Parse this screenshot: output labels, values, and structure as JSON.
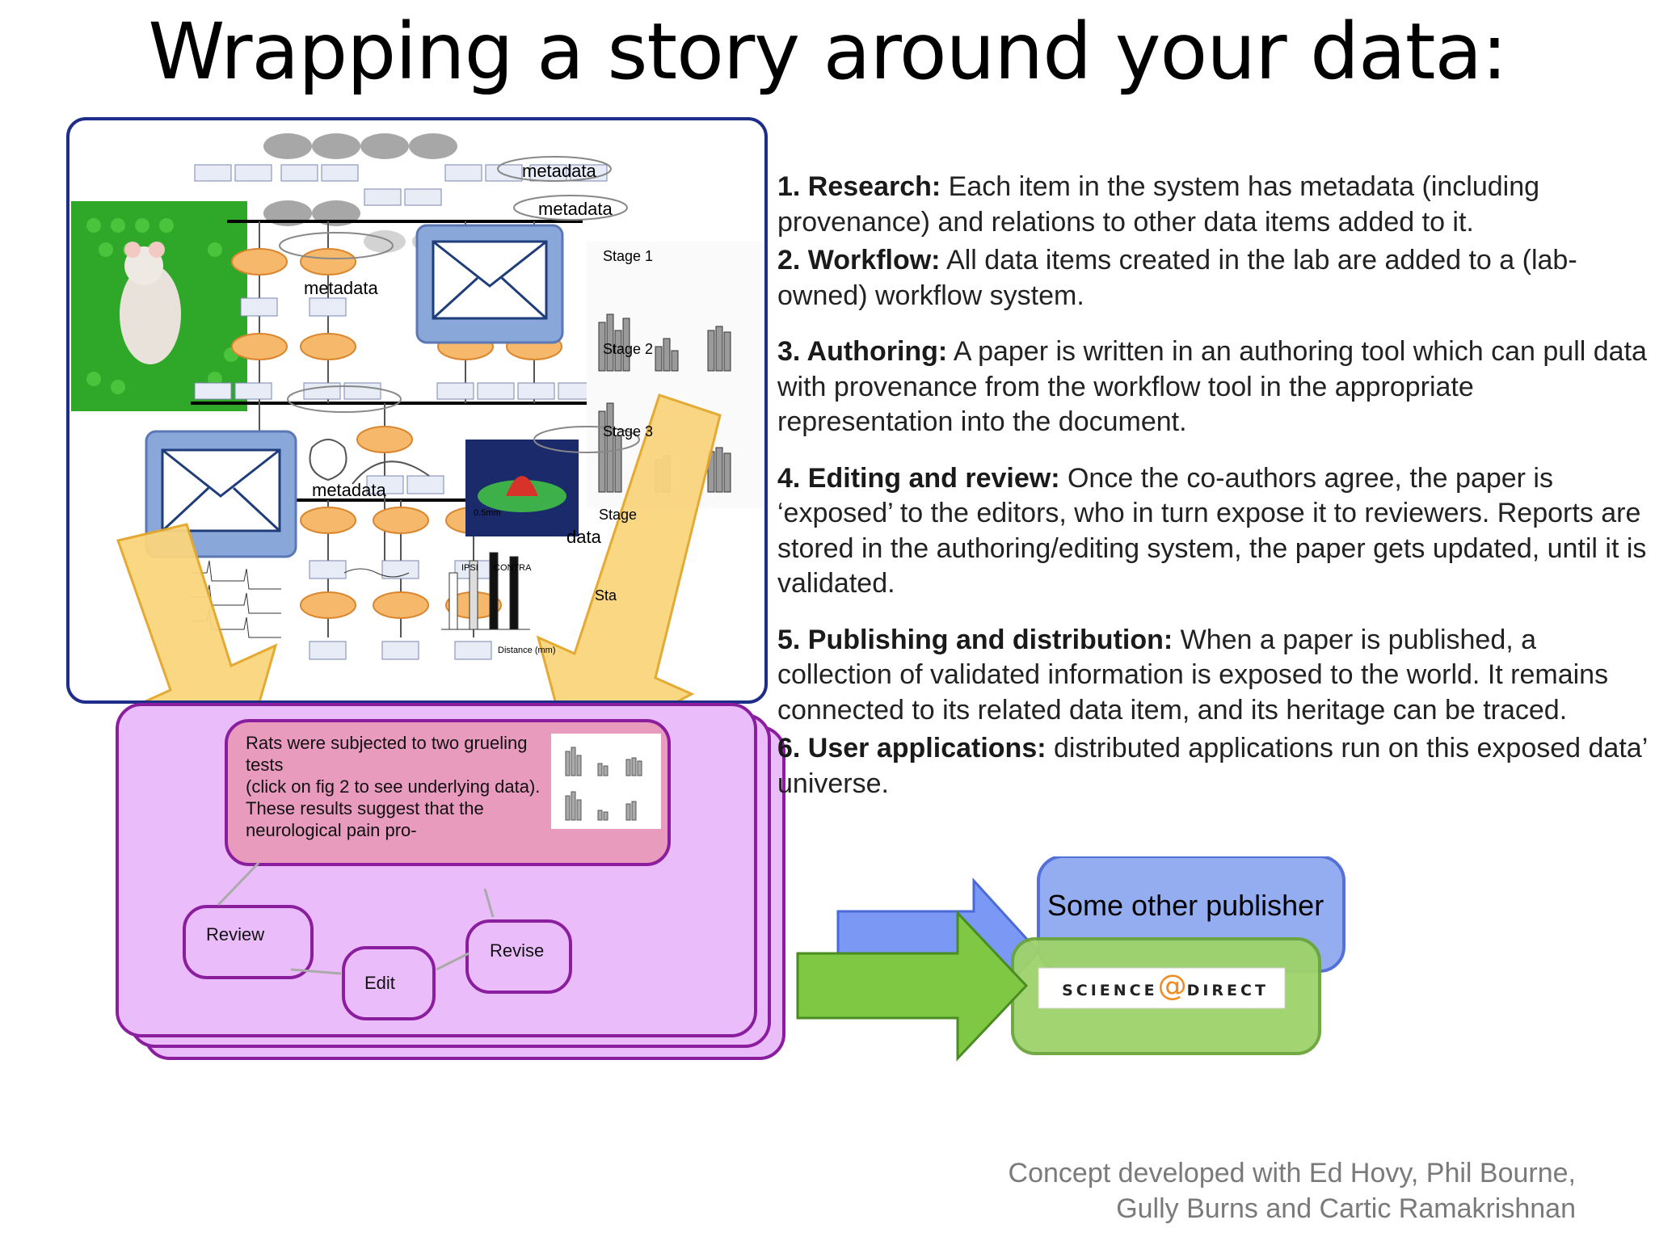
{
  "title": "Wrapping a story around your data:",
  "figure": {
    "metadata_labels": [
      "metadata",
      "metadata",
      "metadata",
      "metadata",
      "data"
    ],
    "stage_labels": [
      "Stage 1",
      "Stage 2",
      "Stage 3",
      "Stage",
      "Sta"
    ],
    "distance_label": "Distance (mm)",
    "legend_ipsi": "IPSI",
    "legend_contra": "CONTRA",
    "scale_label": "0.5mm"
  },
  "paper_box": {
    "text_lines": [
      "Rats were subjected to two grueling",
      "tests",
      "(click on fig 2 to see underlying data).",
      "These results suggest that the",
      "neurological pain pro-"
    ]
  },
  "workflow": {
    "review": "Review",
    "edit": "Edit",
    "revise": "Revise"
  },
  "publishers": {
    "other": "Some other publisher",
    "sd_left": "SCIENCE",
    "sd_at": "@",
    "sd_right": "DIRECT"
  },
  "steps": [
    {
      "head": "1. Research:",
      "body": " Each item in the system has metadata (including provenance) and relations to other data items added to it."
    },
    {
      "head": "2. Workflow:",
      "body": " All data items created in the lab are added to a (lab-owned) workflow system."
    },
    {
      "head": "3. Authoring:",
      "body": " A paper is written in an authoring tool which can pull data with provenance from the workflow tool in the appropriate representation into the document."
    },
    {
      "head": "4. Editing and review:",
      "body": " Once the co-authors agree, the paper is ‘exposed’ to the editors, who in turn expose it to reviewers. Reports are stored in the authoring/editing system, the paper gets updated, until it is validated."
    },
    {
      "head": "5. Publishing and distribution:",
      "body": " When a paper is published, a collection of validated information is exposed to the world. It remains connected to its related data item, and its heritage can be traced."
    },
    {
      "head": "6. User applications:",
      "body": " distributed applications run on this exposed data’ universe."
    }
  ],
  "credits": [
    "Concept developed with Ed Hovy, Phil Bourne,",
    "Gully Burns and Cartic Ramakrishnan"
  ],
  "colors": {
    "panel_border": "#1f2d8a",
    "arrow_yellow": "#f9d57d",
    "arrow_yellow_edge": "#e3a62a",
    "magenta_fill": "#eabdfa",
    "magenta_edge": "#8a1e9e",
    "pink_box": "#e99bbd",
    "blue_publisher": "#8fa8f0",
    "green_publisher": "#9ed36a",
    "green_arrow": "#7fc844"
  }
}
